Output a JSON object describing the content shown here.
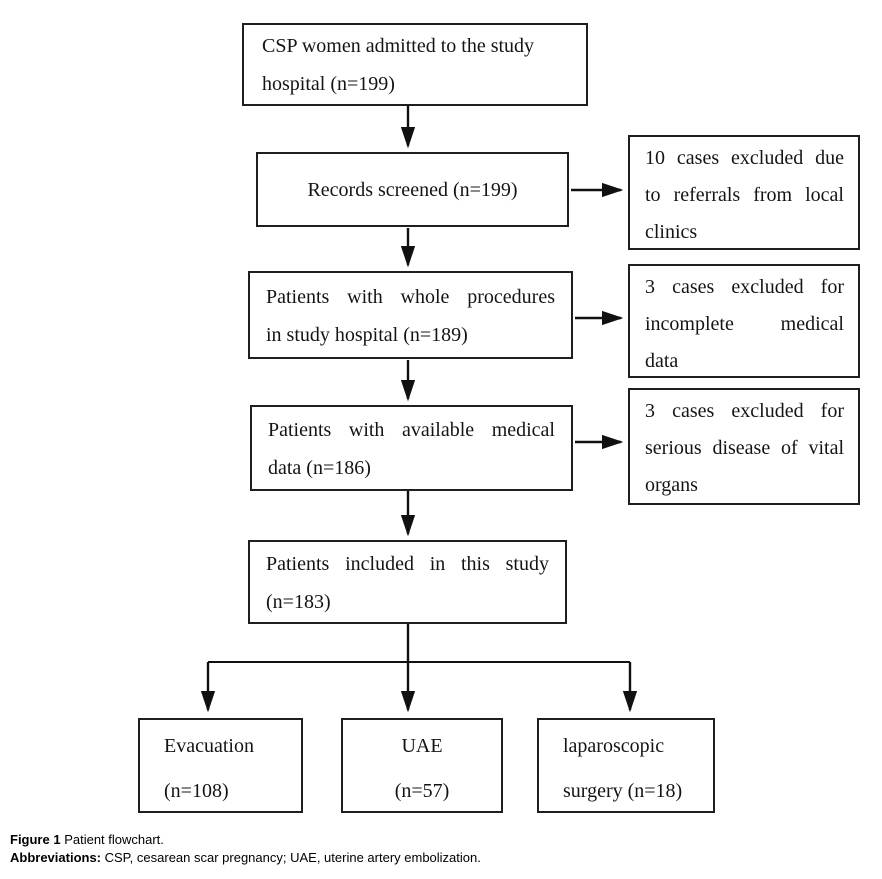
{
  "flowchart": {
    "nodes": {
      "admitted": {
        "lines": [
          "CSP women admitted to the study",
          "hospital (n=199)"
        ],
        "n": 199
      },
      "screened": {
        "lines": [
          "Records screened (n=199)"
        ],
        "n": 199
      },
      "whole_procedures": {
        "lines": [
          "Patients with whole procedures",
          "in study hospital (n=189)"
        ],
        "n": 189
      },
      "available_data": {
        "lines": [
          "Patients with available medical",
          "data (n=186)"
        ],
        "n": 186
      },
      "included": {
        "lines": [
          "Patients included in this study",
          "(n=183)"
        ],
        "n": 183
      },
      "excluded_referrals": {
        "lines": [
          "10 cases excluded due",
          "to referrals from local",
          "clinics"
        ],
        "n": 10
      },
      "excluded_incomplete": {
        "lines": [
          "3 cases excluded for",
          "incomplete medical",
          "data"
        ],
        "n": 3
      },
      "excluded_serious": {
        "lines": [
          "3 cases excluded for",
          "serious disease of vital",
          "organs"
        ],
        "n": 3
      },
      "evacuation": {
        "lines": [
          "Evacuation",
          "(n=108)"
        ],
        "n": 108
      },
      "uae": {
        "lines": [
          "UAE",
          "(n=57)"
        ],
        "n": 57
      },
      "laparoscopic": {
        "lines": [
          "laparoscopic",
          "surgery (n=18)"
        ],
        "n": 18
      }
    },
    "edges": [
      {
        "from": "admitted",
        "to": "screened"
      },
      {
        "from": "screened",
        "to": "excluded_referrals"
      },
      {
        "from": "screened",
        "to": "whole_procedures"
      },
      {
        "from": "whole_procedures",
        "to": "excluded_incomplete"
      },
      {
        "from": "whole_procedures",
        "to": "available_data"
      },
      {
        "from": "available_data",
        "to": "excluded_serious"
      },
      {
        "from": "available_data",
        "to": "included"
      },
      {
        "from": "included",
        "to": "evacuation"
      },
      {
        "from": "included",
        "to": "uae"
      },
      {
        "from": "included",
        "to": "laparoscopic"
      }
    ]
  },
  "caption": {
    "figure_label": "Figure 1",
    "figure_text": " Patient flowchart.",
    "abbreviations_label": "Abbreviations:",
    "abbreviations_text": " CSP, cesarean scar pregnancy; UAE, uterine artery embolization."
  },
  "colors": {
    "background": "#ffffff",
    "box_border": "#1f1f1f",
    "text": "#141414",
    "arrow": "#111111"
  }
}
